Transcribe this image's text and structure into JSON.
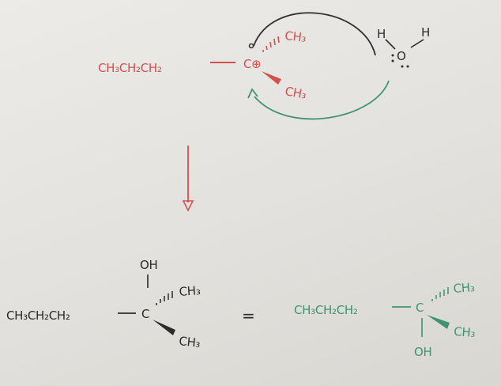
{
  "reactant": {
    "chain": "CH₃CH₂CH₂",
    "carbocation": "C⊕",
    "methyl_dash": "CH₃",
    "methyl_wedge": "CH₃"
  },
  "water": {
    "h_left": "H",
    "h_right": "H",
    "oxygen": "O"
  },
  "product_left": {
    "chain": "CH₃CH₂CH₂",
    "carbon": "C",
    "hydroxyl": "OH",
    "methyl_dash": "CH₃",
    "methyl_wedge": "CH₃"
  },
  "equals": "=",
  "product_right": {
    "chain": "CH₃CH₂CH₂",
    "carbon": "C",
    "hydroxyl": "OH",
    "methyl_dash": "CH₃",
    "methyl_wedge": "CH₃"
  },
  "colors": {
    "reactant": "#d2514f",
    "product_left": "#2b2b2b",
    "product_right": "#3f9470",
    "arrow": "#d2514f"
  }
}
